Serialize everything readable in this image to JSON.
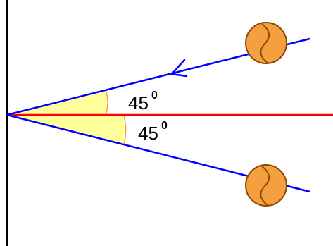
{
  "colors": {
    "background": "#ffffff",
    "vertical_axis": "#000000",
    "horizontal_axis": "#ff0000",
    "rays": "#0000ff",
    "angle_fill": "#ffff99",
    "angle_arc": "#ff9900",
    "ball_fill": "#f4a040",
    "ball_stroke": "#8b4a00"
  },
  "angles": {
    "upper": {
      "value": "45",
      "superscript": "0"
    },
    "lower": {
      "value": "45",
      "superscript": "0"
    }
  },
  "icons": {
    "incoming_ball": "ball-icon",
    "outgoing_ball": "ball-icon",
    "direction_arrow": "arrowhead-icon"
  }
}
